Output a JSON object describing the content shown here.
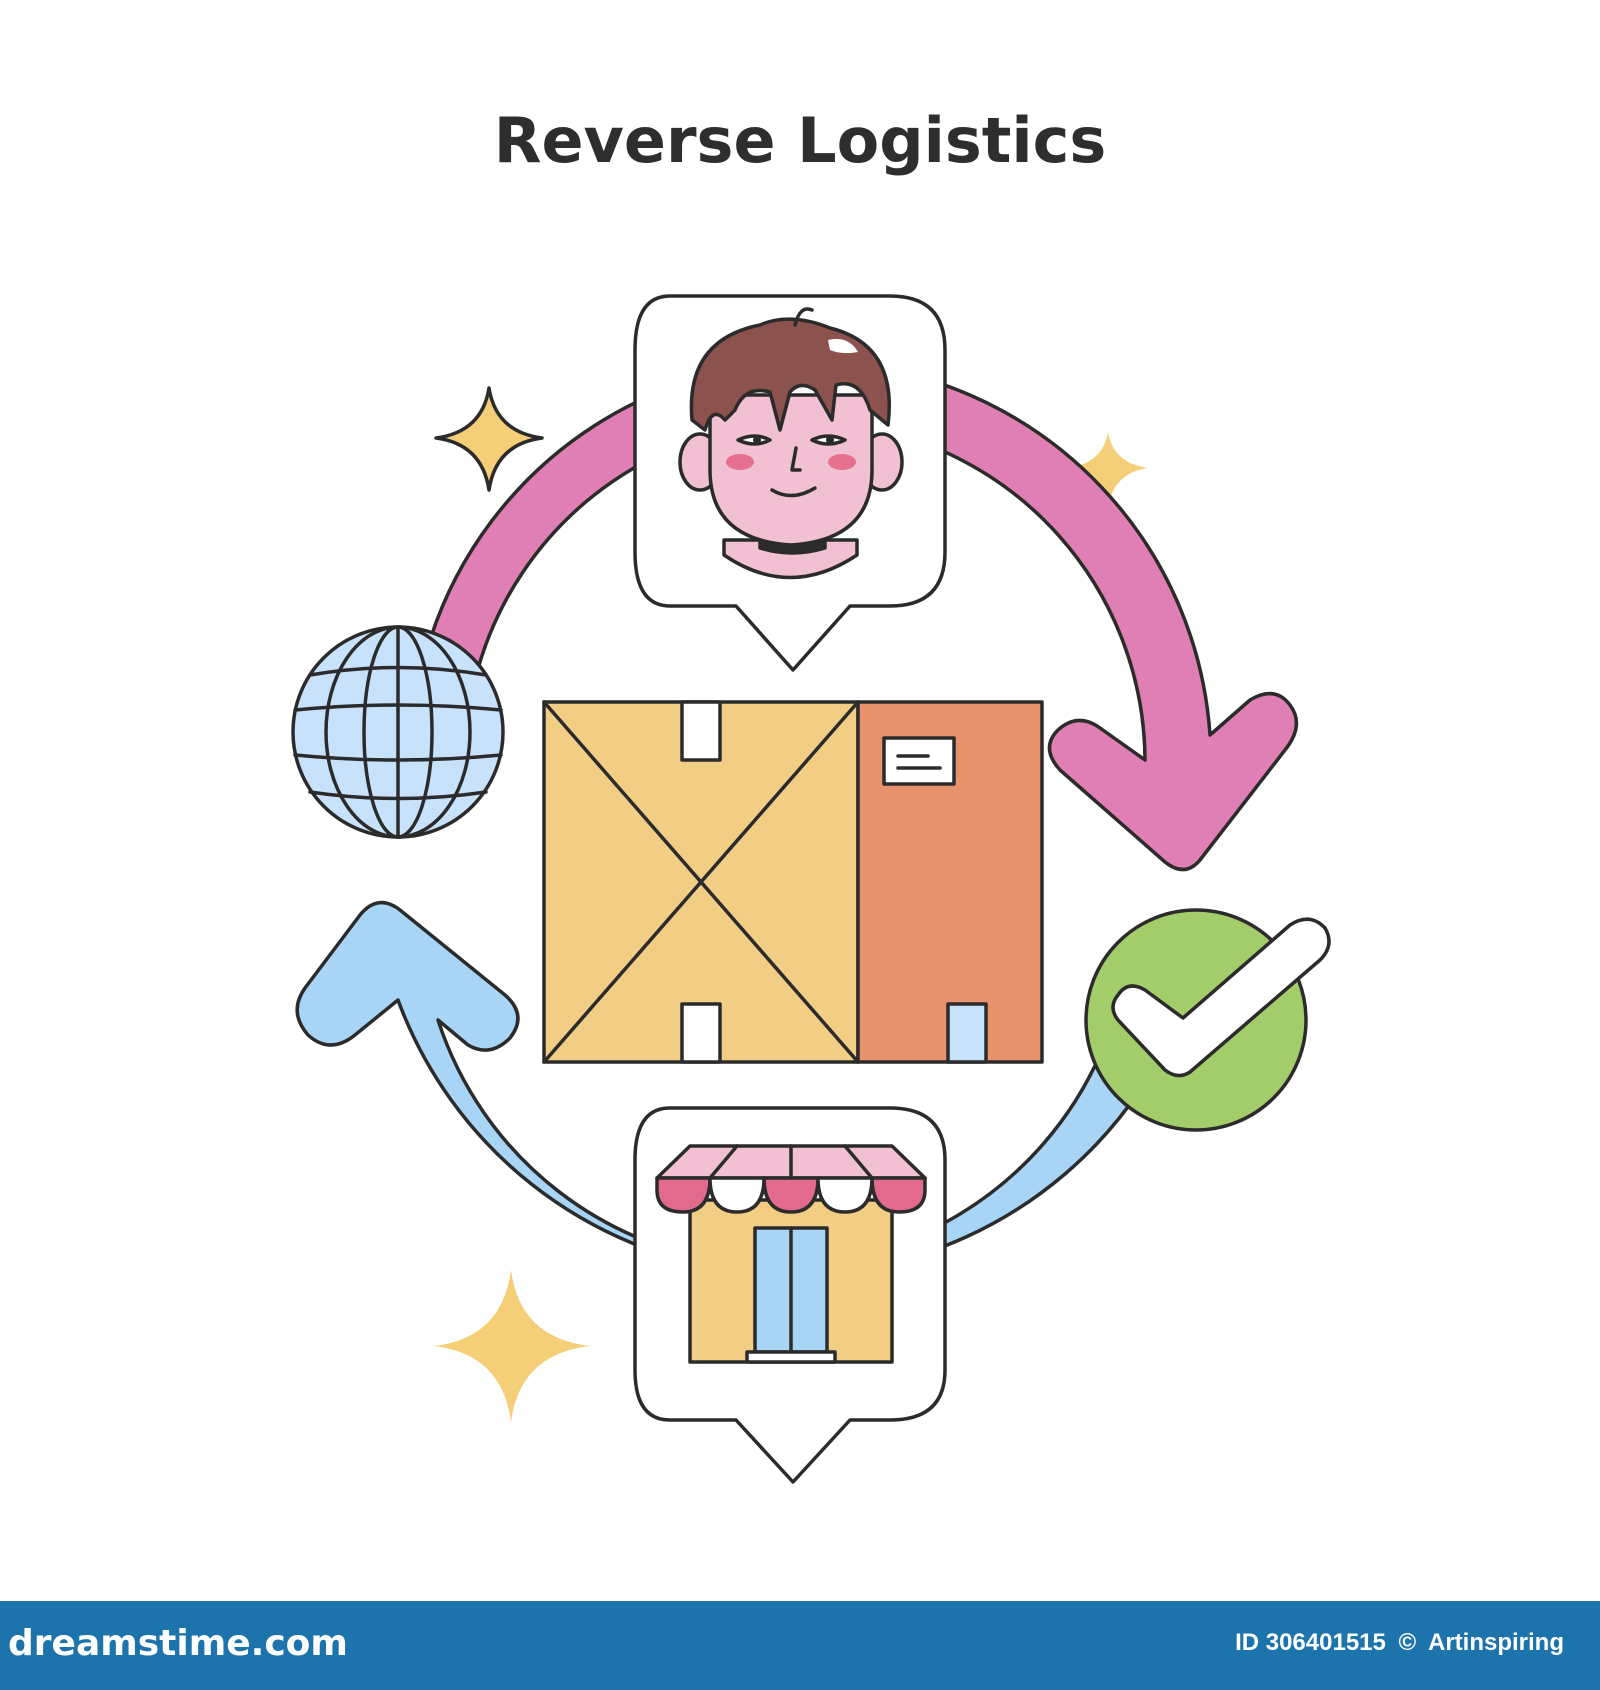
{
  "title": "Reverse Logistics",
  "footer": {
    "brand": "dreamstime.com",
    "id_text": "ID 306401515",
    "author": "Artinspiring",
    "copyright_symbol": "©"
  },
  "colors": {
    "pink_arrow": "#e07fb3",
    "blue_arrow": "#a8d4f6",
    "box_yellow": "#f2cd84",
    "box_orange": "#e8926d",
    "globe": "#c9e2fb",
    "check_green": "#a3cc6b",
    "sparkle": "#f4cf78",
    "skin": "#f1c1d3",
    "hair": "#8c524d",
    "footer_bg": "#1d73ab"
  },
  "icons": [
    "person-avatar-icon",
    "globe-icon",
    "package-box-icon",
    "check-circle-icon",
    "storefront-icon",
    "sparkle-icon"
  ]
}
